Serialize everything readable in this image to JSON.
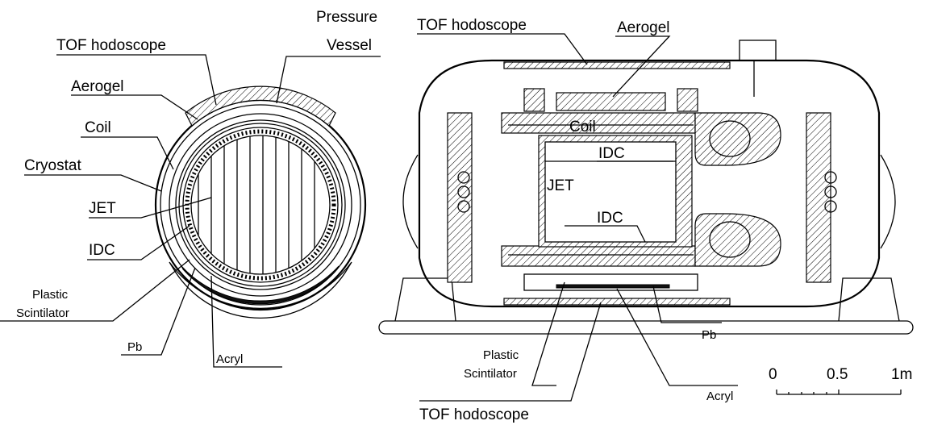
{
  "end_view": {
    "labels": {
      "pressure_vessel_1": "Pressure",
      "pressure_vessel_2": "Vessel",
      "tof_hodoscope": "TOF hodoscope",
      "aerogel": "Aerogel",
      "coil": "Coil",
      "cryostat": "Cryostat",
      "jet": "JET",
      "idc": "IDC",
      "plastic_scintilator_1": "Plastic",
      "plastic_scintilator_2": "Scintilator",
      "pb": "Pb",
      "acryl": "Acryl"
    }
  },
  "side_view": {
    "labels": {
      "tof_hodoscope_top": "TOF hodoscope",
      "aerogel": "Aerogel",
      "coil": "Coil",
      "idc_top": "IDC",
      "jet": "JET",
      "idc_bottom": "IDC",
      "plastic_scintilator_1": "Plastic",
      "plastic_scintilator_2": "Scintilator",
      "pb": "Pb",
      "tof_hodoscope_bottom": "TOF hodoscope",
      "acryl": "Acryl"
    }
  },
  "scale_bar": {
    "tick_0": "0",
    "tick_mid": "0.5",
    "tick_end": "1m"
  }
}
